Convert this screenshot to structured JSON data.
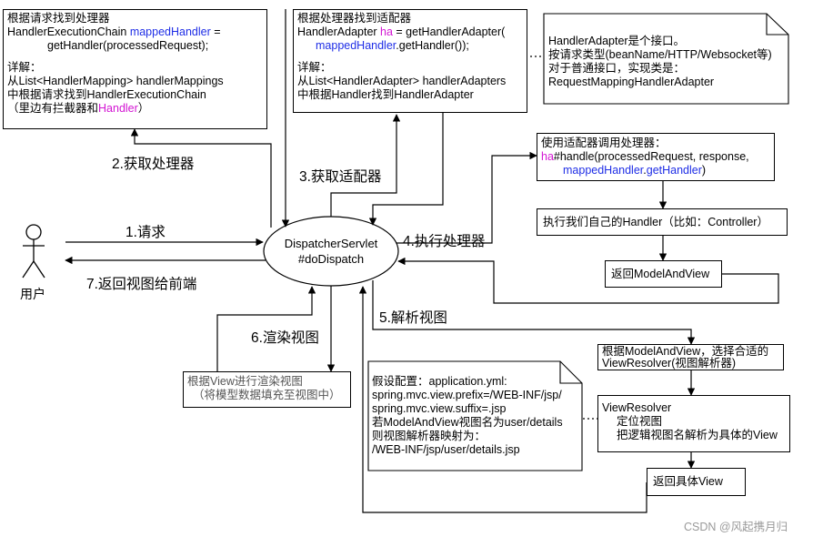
{
  "user": {
    "label": "用户"
  },
  "dispatcher": {
    "line1": "DispatcherServlet",
    "line2": "#doDispatch"
  },
  "steps": {
    "s1": "1.请求",
    "s2": "2.获取处理器",
    "s3": "3.获取适配器",
    "s4": "4.执行处理器",
    "s5": "5.解析视图",
    "s6": "6.渲染视图",
    "s7": "7.返回视图给前端"
  },
  "get_handler_box": {
    "l1": "根据请求找到处理器",
    "l2a": "HandlerExecutionChain ",
    "l2b": "mappedHandler",
    "l2c": " =",
    "l3": "getHandler(processedRequest);",
    "l4": "详解：",
    "l5": "从List<HandlerMapping> handlerMappings",
    "l6": "中根据请求找到HandlerExecutionChain",
    "l7a": "（里边有拦截器和",
    "l7b": "Handler",
    "l7c": "）"
  },
  "adapter_box": {
    "l1": "根据处理器找到适配器",
    "l2a": "HandlerAdapter ",
    "l2b": "ha",
    "l2c": " =  getHandlerAdapter(",
    "l3a": "mappedHandler",
    "l3b": ".getHandler());",
    "l4": "详解：",
    "l5": "从List<HandlerAdapter> handlerAdapters",
    "l6": "中根据Handler找到HandlerAdapter"
  },
  "adapter_note": {
    "l1": "HandlerAdapter是个接口。",
    "l2": "按请求类型(beanName/HTTP/Websocket等)",
    "l3": "对于普通接口，实现类是：",
    "l4": "RequestMappingHandlerAdapter"
  },
  "invoke_box": {
    "l1": "使用适配器调用处理器：",
    "l2a": "ha",
    "l2b": "#handle(processedRequest,  response,",
    "l3a": "mappedHandler",
    "l3b": ".",
    "l3c": "getHandler",
    "l3d": ")"
  },
  "execute_box": {
    "text": "执行我们自己的Handler（比如：Controller）"
  },
  "mav_box": {
    "text": "返回ModelAndView"
  },
  "choose_resolver_box": {
    "l1": "根据ModelAndView，选择合适的",
    "l2": "ViewResolver(视图解析器)"
  },
  "resolver_box": {
    "l1": "ViewResolver",
    "l2": "定位视图",
    "l3": "把逻辑视图名解析为具体的View"
  },
  "return_view_box": {
    "text": "返回具体View"
  },
  "render_box": {
    "l1": "根据View进行渲染视图",
    "l2": "（将模型数据填充至视图中）"
  },
  "config_note": {
    "l1": "假设配置：application.yml:",
    "l2": "spring.mvc.view.prefix=/WEB-INF/jsp/",
    "l3": "spring.mvc.view.suffix=.jsp",
    "l4": "若ModelAndView视图名为user/details",
    "l5": "则视图解析器映射为：",
    "l6": "/WEB-INF/jsp/user/details.jsp"
  },
  "watermark": "CSDN @风起携月归",
  "colors": {
    "highlight_blue": "#1f2ee6",
    "highlight_magenta": "#d316d3",
    "render_text": "#555555"
  }
}
